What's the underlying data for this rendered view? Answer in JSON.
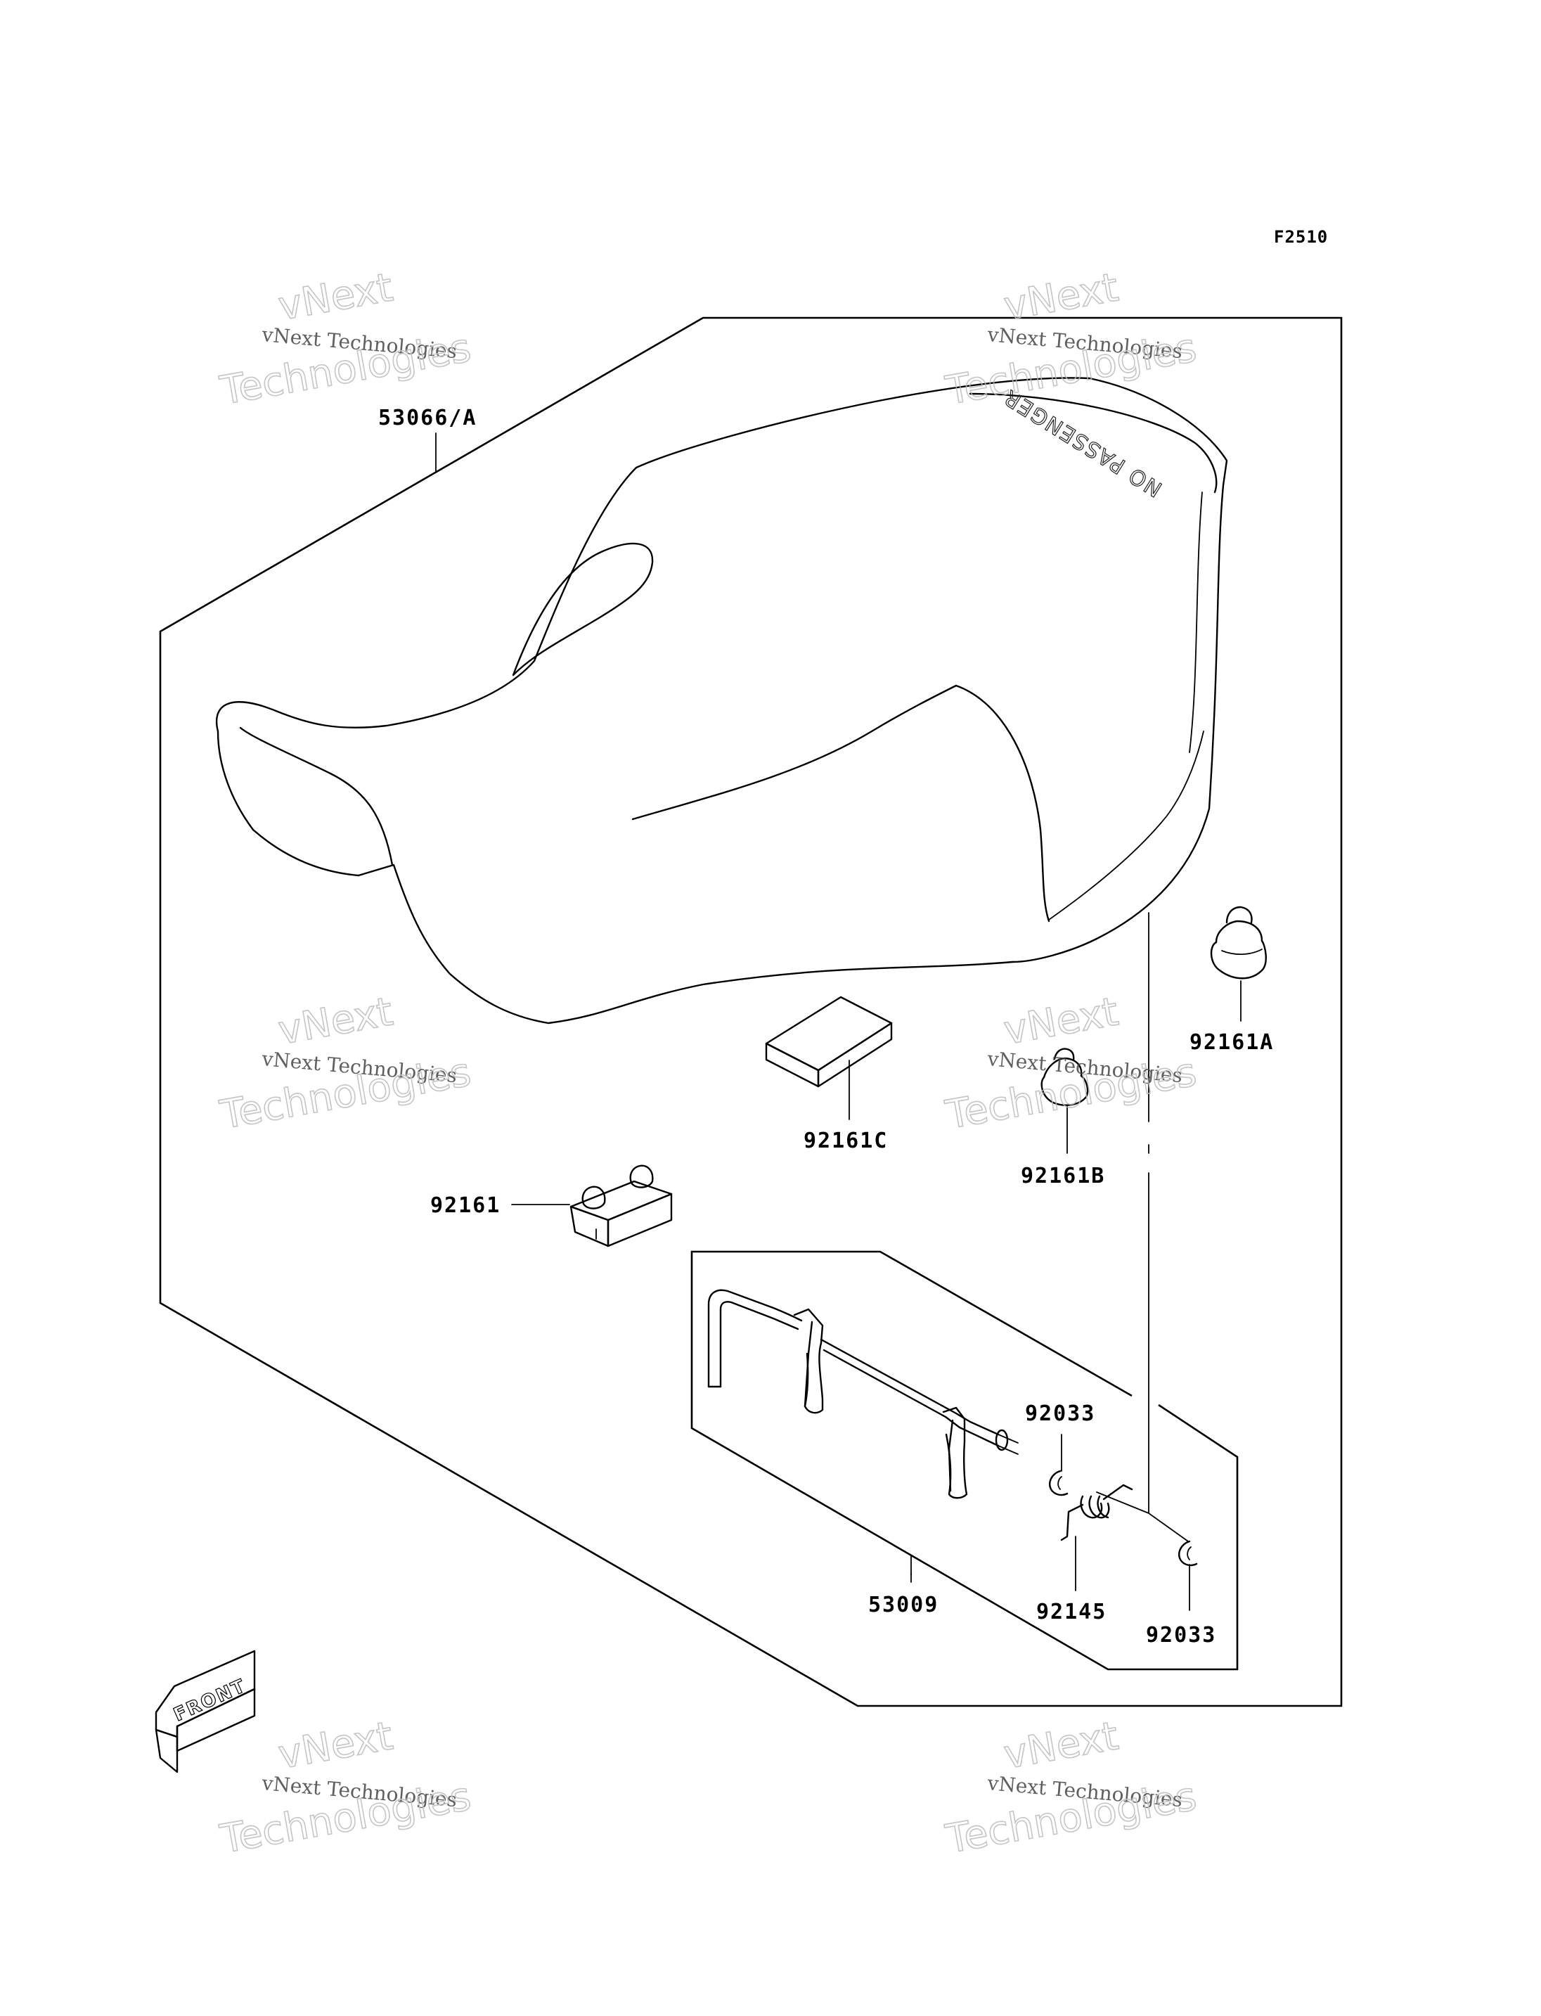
{
  "figure_code": "F2510",
  "seat_marking": "NO PASSENGER",
  "front_label": "FRONT",
  "watermark": {
    "line1": "vNext",
    "line2": "vNext Technologies",
    "line3": "Technologies"
  },
  "parts": [
    {
      "id": "seat",
      "label": "53066/A"
    },
    {
      "id": "stopper-c",
      "label": "92161C"
    },
    {
      "id": "damper-a",
      "label": "92161A"
    },
    {
      "id": "damper-b",
      "label": "92161B"
    },
    {
      "id": "damper",
      "label": "92161"
    },
    {
      "id": "clip-upper",
      "label": "92033"
    },
    {
      "id": "lock-assy",
      "label": "53009"
    },
    {
      "id": "spring",
      "label": "92145"
    },
    {
      "id": "clip-lower",
      "label": "92033"
    }
  ]
}
